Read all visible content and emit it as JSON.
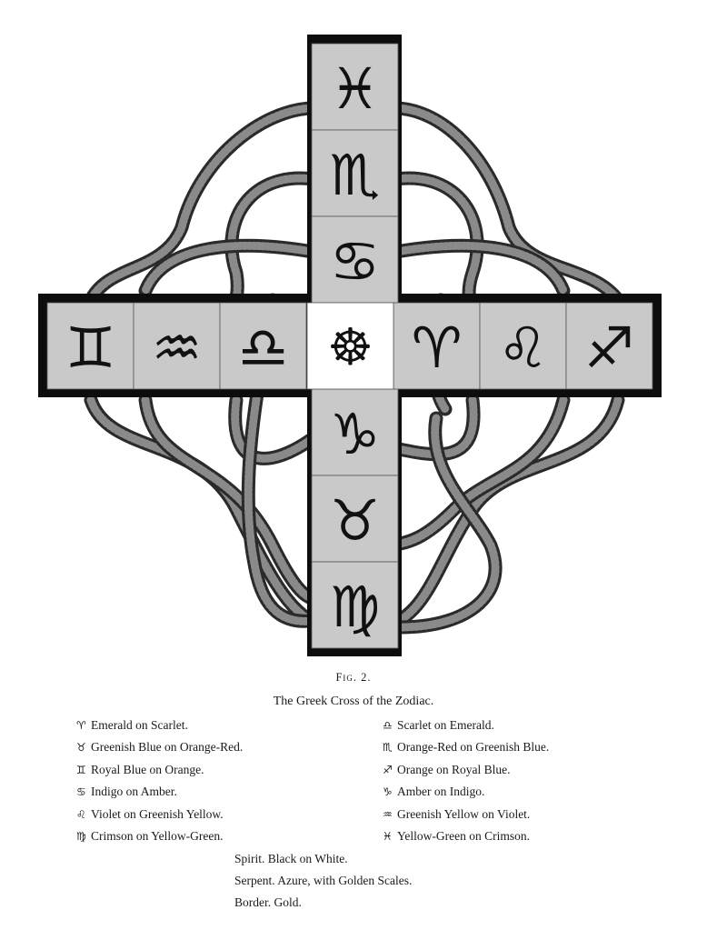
{
  "figure": {
    "cross": {
      "top": [
        "♓",
        "♏",
        "♋"
      ],
      "left": [
        "♊",
        "♒",
        "♎"
      ],
      "center": "☸",
      "right": [
        "♈",
        "♌",
        "♐"
      ],
      "bottom": [
        "♑",
        "♉",
        "♍"
      ]
    },
    "colors": {
      "border": "#0d0d0d",
      "cell": "#c9c9c9",
      "center": "#ffffff",
      "serpent": "#2a2a2a"
    }
  },
  "caption": {
    "fig_number": "Fig. 2.",
    "title": "The Greek Cross of the Zodiac."
  },
  "legend": {
    "left": [
      {
        "symbol": "♈",
        "text": "Emerald on Scarlet."
      },
      {
        "symbol": "♉",
        "text": "Greenish Blue on Orange-Red."
      },
      {
        "symbol": "♊",
        "text": "Royal Blue on Orange."
      },
      {
        "symbol": "♋",
        "text": "Indigo on Amber."
      },
      {
        "symbol": "♌",
        "text": "Violet on Greenish Yellow."
      },
      {
        "symbol": "♍",
        "text": "Crimson on Yellow-Green."
      }
    ],
    "right": [
      {
        "symbol": "♎",
        "text": "Scarlet on Emerald."
      },
      {
        "symbol": "♏",
        "text": "Orange-Red on Greenish Blue."
      },
      {
        "symbol": "♐",
        "text": "Orange on Royal Blue."
      },
      {
        "symbol": "♑",
        "text": "Amber on Indigo."
      },
      {
        "symbol": "♒",
        "text": "Greenish Yellow on Violet."
      },
      {
        "symbol": "♓",
        "text": "Yellow-Green on Crimson."
      }
    ],
    "notes": [
      "Spirit. Black on White.",
      "Serpent. Azure, with Golden Scales.",
      "Border. Gold."
    ]
  }
}
